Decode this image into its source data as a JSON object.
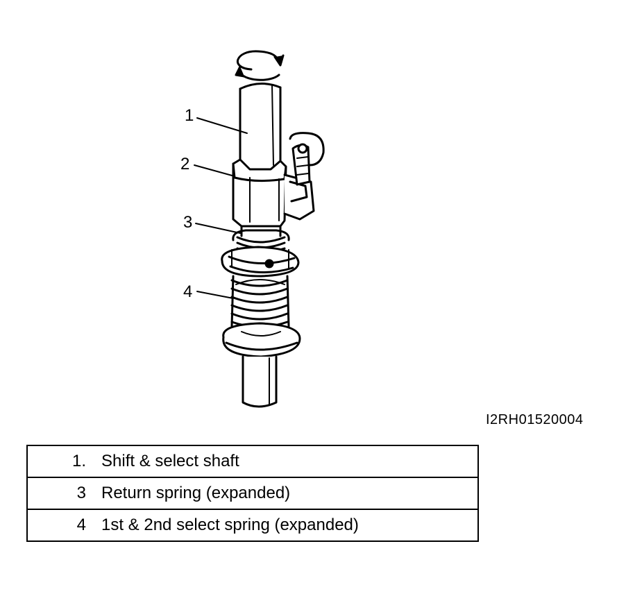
{
  "figure_id": "I2RH01520004",
  "callouts": [
    {
      "label": "1"
    },
    {
      "label": "2"
    },
    {
      "label": "3"
    },
    {
      "label": "4"
    }
  ],
  "legend": [
    {
      "num": "1.",
      "text": "Shift & select shaft"
    },
    {
      "num": "3",
      "text": "Return spring (expanded)"
    },
    {
      "num": "4",
      "text": "1st & 2nd select spring (expanded)"
    }
  ]
}
